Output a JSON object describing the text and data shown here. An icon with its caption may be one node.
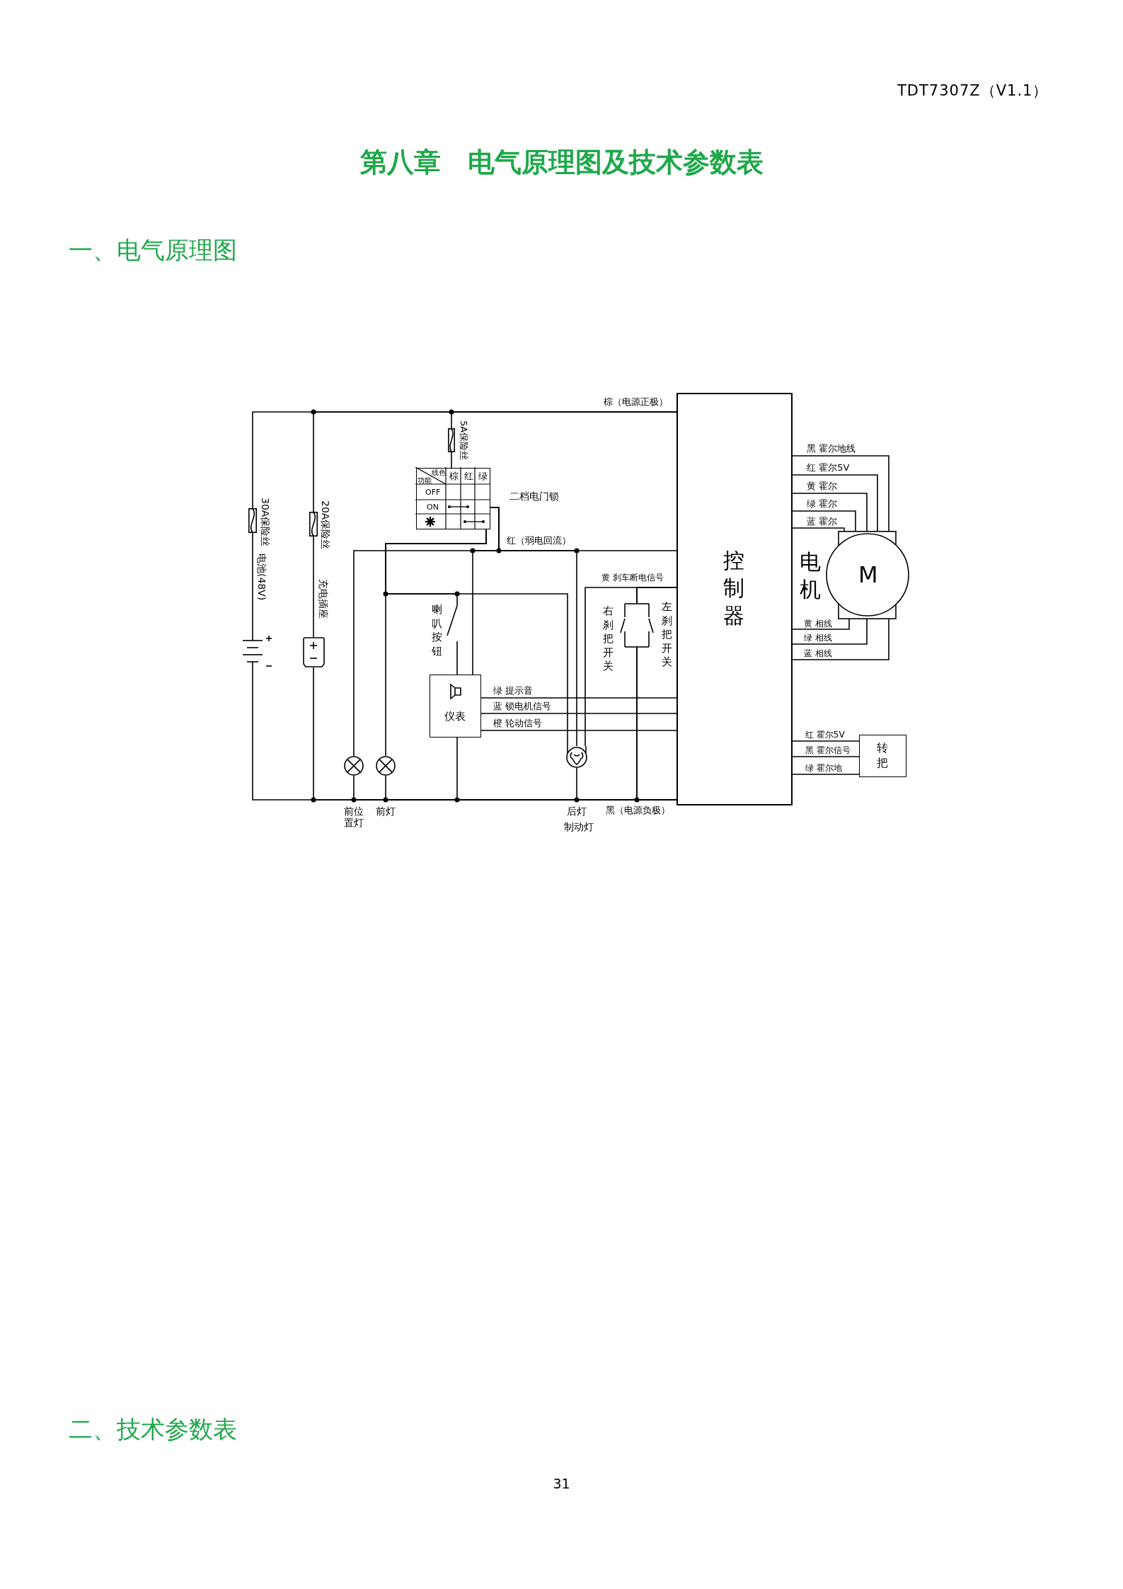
{
  "diagram": {
    "title": "第八章　电气原理图及技术参数表",
    "nodes": [
      {
        "text": [],
        "shape": "battery",
        "beside": [
          "电池(48V)"
        ]
      },
      {
        "text": [],
        "shape": "fuse",
        "beside": [
          "30A保险丝"
        ]
      },
      {
        "text": [],
        "shape": "socket",
        "beside": [
          "充电插座"
        ]
      },
      {
        "text": [],
        "shape": "fuse",
        "beside": [
          "20A保险丝"
        ]
      },
      {
        "text": [],
        "shape": "fuse",
        "beside": [
          "5A保险丝"
        ]
      },
      {
        "text": [],
        "shape": "table",
        "beside": [
          "二档电门锁"
        ]
      },
      {
        "text": [],
        "shape": "switch",
        "beside": [
          "喇叭按钮"
        ]
      },
      {
        "text": [
          "仪表"
        ]
      },
      {
        "text": [],
        "shape": "lamp",
        "beside": [
          "前位置灯"
        ]
      },
      {
        "text": [],
        "shape": "lamp",
        "beside": [
          "前灯"
        ]
      },
      {
        "text": [],
        "shape": "bulb",
        "beside": [
          "后灯",
          "制动灯"
        ]
      },
      {
        "text": [],
        "shape": "switch",
        "beside": [
          "右刹把开关"
        ]
      },
      {
        "text": [],
        "shape": "switch",
        "beside": [
          "左刹把开关"
        ]
      },
      {
        "text": [
          "控制器"
        ]
      },
      {
        "text": [
          "电机",
          "M"
        ]
      },
      {
        "text": [
          "转把"
        ]
      }
    ],
    "edges": [
      {
        "from": 0,
        "to": 1,
        "arrow": "none"
      },
      {
        "from": 1,
        "to": 13,
        "arrow": "none",
        "label": "棕（电源正极）"
      },
      {
        "from": 3,
        "to": 13,
        "arrow": "none"
      },
      {
        "from": 4,
        "to": 13,
        "arrow": "none"
      },
      {
        "from": 2,
        "to": 3,
        "arrow": "none"
      },
      {
        "from": 0,
        "to": 13,
        "arrow": "none",
        "label": "黑（电源负极）"
      },
      {
        "from": 2,
        "to": 13,
        "arrow": "none"
      },
      {
        "from": 8,
        "to": 13,
        "arrow": "none"
      },
      {
        "from": 9,
        "to": 13,
        "arrow": "none"
      },
      {
        "from": 7,
        "to": 13,
        "arrow": "none"
      },
      {
        "from": 10,
        "to": 13,
        "arrow": "none"
      },
      {
        "from": 11,
        "to": 13,
        "arrow": "none"
      },
      {
        "from": 12,
        "to": 13,
        "arrow": "none"
      },
      {
        "from": 4,
        "to": 5,
        "arrow": "none"
      },
      {
        "from": 5,
        "to": 13,
        "arrow": "none",
        "label": "红（弱电回流）"
      },
      {
        "from": 8,
        "to": 5,
        "arrow": "none"
      },
      {
        "from": 7,
        "to": 5,
        "arrow": "none"
      },
      {
        "from": 10,
        "to": 5,
        "arrow": "none"
      },
      {
        "from": 5,
        "to": 9,
        "arrow": "none"
      },
      {
        "from": 5,
        "to": 6,
        "arrow": "none"
      },
      {
        "from": 6,
        "to": 7,
        "arrow": "none"
      },
      {
        "from": 10,
        "to": 5,
        "arrow": "none"
      },
      {
        "from": 10,
        "to": 13,
        "arrow": "none"
      },
      {
        "from": 11,
        "to": 13,
        "arrow": "none",
        "label": "黄 刹车断电信号"
      },
      {
        "from": 12,
        "to": 13,
        "arrow": "none"
      },
      {
        "from": 7,
        "to": 13,
        "arrow": "none",
        "label": "绿 提示音"
      },
      {
        "from": 7,
        "to": 13,
        "arrow": "none",
        "label": "蓝 锁电机信号"
      },
      {
        "from": 7,
        "to": 13,
        "arrow": "none",
        "label": "橙 轮动信号"
      },
      {
        "from": 13,
        "to": 14,
        "arrow": "none",
        "label": "黑 霍尔地线"
      },
      {
        "from": 13,
        "to": 14,
        "arrow": "none",
        "label": "红 霍尔5V"
      },
      {
        "from": 13,
        "to": 14,
        "arrow": "none",
        "label": "黄 霍尔"
      },
      {
        "from": 13,
        "to": 14,
        "arrow": "none",
        "label": "绿 霍尔"
      },
      {
        "from": 13,
        "to": 14,
        "arrow": "none",
        "label": "蓝 霍尔"
      },
      {
        "from": 13,
        "to": 14,
        "arrow": "none",
        "label": "黄 相线"
      },
      {
        "from": 13,
        "to": 14,
        "arrow": "none",
        "label": "绿 相线"
      },
      {
        "from": 13,
        "to": 14,
        "arrow": "none",
        "label": "蓝 相线"
      },
      {
        "from": 13,
        "to": 15,
        "arrow": "none",
        "label": "红 霍尔5V"
      },
      {
        "from": 13,
        "to": 15,
        "arrow": "none",
        "label": "黑 霍尔信号"
      },
      {
        "from": 13,
        "to": 15,
        "arrow": "none",
        "label": "绿 霍尔地"
      }
    ],
    "labels": [
      "TDT7307Z（V1.1）",
      "一、电气原理图",
      "线色",
      "功能",
      "棕",
      "红",
      "绿",
      "OFF",
      "ON",
      "二、技术参数表",
      "31"
    ]
  }
}
